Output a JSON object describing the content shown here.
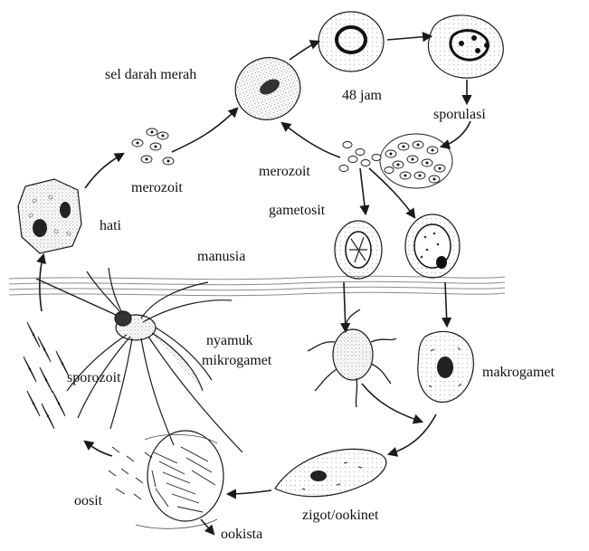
{
  "labels": {
    "sel_darah_merah": "sel darah merah",
    "jam48": "48 jam",
    "sporulasi": "sporulasi",
    "merozoit_top": "merozoit",
    "merozoit_mid": "merozoit",
    "gametosit": "gametosit",
    "hati": "hati",
    "manusia": "manusia",
    "nyamuk": "nyamuk",
    "mikrogamet": "mikrogamet",
    "makrogamet": "makrogamet",
    "sporozoit": "sporozoit",
    "zigot": "zigot/ookinet",
    "oosit": "oosit",
    "ookista": "ookista"
  },
  "colors": {
    "ink": "#1a1a1a",
    "stipple": "#555555",
    "membrane": "#8a8a8a"
  }
}
